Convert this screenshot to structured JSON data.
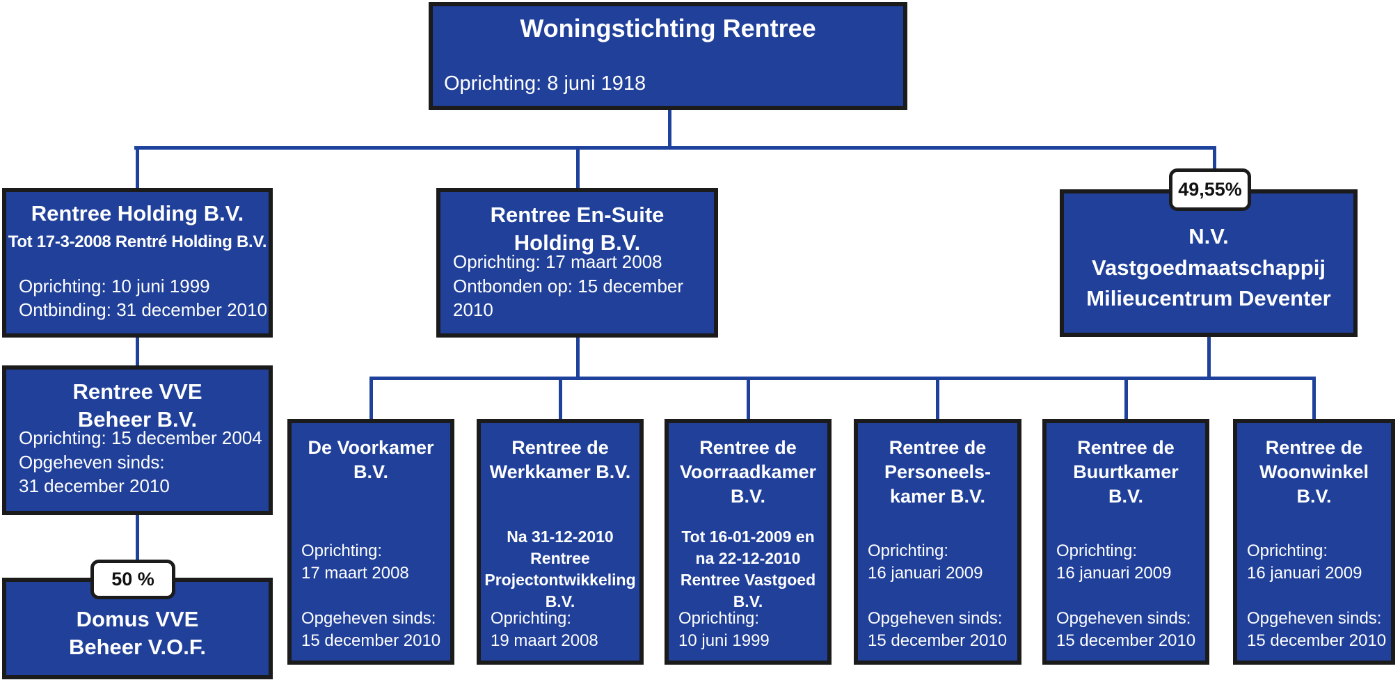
{
  "palette": {
    "box_fill": "#20409a",
    "box_border": "#1b1b1b",
    "connector": "#1e429b",
    "text": "#ffffff",
    "badge_bg": "#ffffff",
    "badge_text": "#111111"
  },
  "root": {
    "title": "Woningstichting Rentree",
    "info": "Oprichting: 8 juni 1918"
  },
  "holding": {
    "title": "Rentree Holding B.V.",
    "subtitle": "Tot 17-3-2008 Rentré Holding B.V.",
    "info": "Oprichting: 10 juni 1999\nOntbinding: 31 december 2010"
  },
  "ensuite": {
    "title": "Rentree En-Suite\nHolding B.V.",
    "info": "Oprichting: 17 maart 2008\nOntbonden op: 15 december 2010"
  },
  "nv": {
    "title": "N.V.\nVastgoedmaatschappij\nMilieucentrum Deventer",
    "badge": "49,55%"
  },
  "vve": {
    "title": "Rentree VVE\nBeheer B.V.",
    "info": "Oprichting: 15 december 2004\nOpgeheven sinds:\n31 december 2010"
  },
  "domus": {
    "title": "Domus VVE\nBeheer V.O.F.",
    "badge": "50 %"
  },
  "children": [
    {
      "title": "De Voorkamer\nB.V.",
      "mid": "",
      "info": "Oprichting:\n17 maart 2008\n\nOpgeheven sinds:\n15 december 2010"
    },
    {
      "title": "Rentree de\nWerkkamer B.V.",
      "mid": "Na 31-12-2010\nRentree\nProjectontwikkeling\nB.V.",
      "info": "Oprichting:\n19 maart 2008"
    },
    {
      "title": "Rentree de\nVoorraadkamer\nB.V.",
      "mid": "Tot 16-01-2009 en\nna 22-12-2010\nRentree Vastgoed\nB.V.",
      "info": "Oprichting:\n10 juni 1999"
    },
    {
      "title": "Rentree de\nPersoneels-\nkamer B.V.",
      "mid": "",
      "info": "Oprichting:\n16 januari 2009\n\nOpgeheven sinds:\n15 december 2010"
    },
    {
      "title": "Rentree de\nBuurtkamer\nB.V.",
      "mid": "",
      "info": "Oprichting:\n16 januari 2009\n\nOpgeheven sinds:\n15 december 2010"
    },
    {
      "title": "Rentree de\nWoonwinkel\nB.V.",
      "mid": "",
      "info": "Oprichting:\n16 januari 2009\n\nOpgeheven sinds:\n15 december 2010"
    }
  ]
}
